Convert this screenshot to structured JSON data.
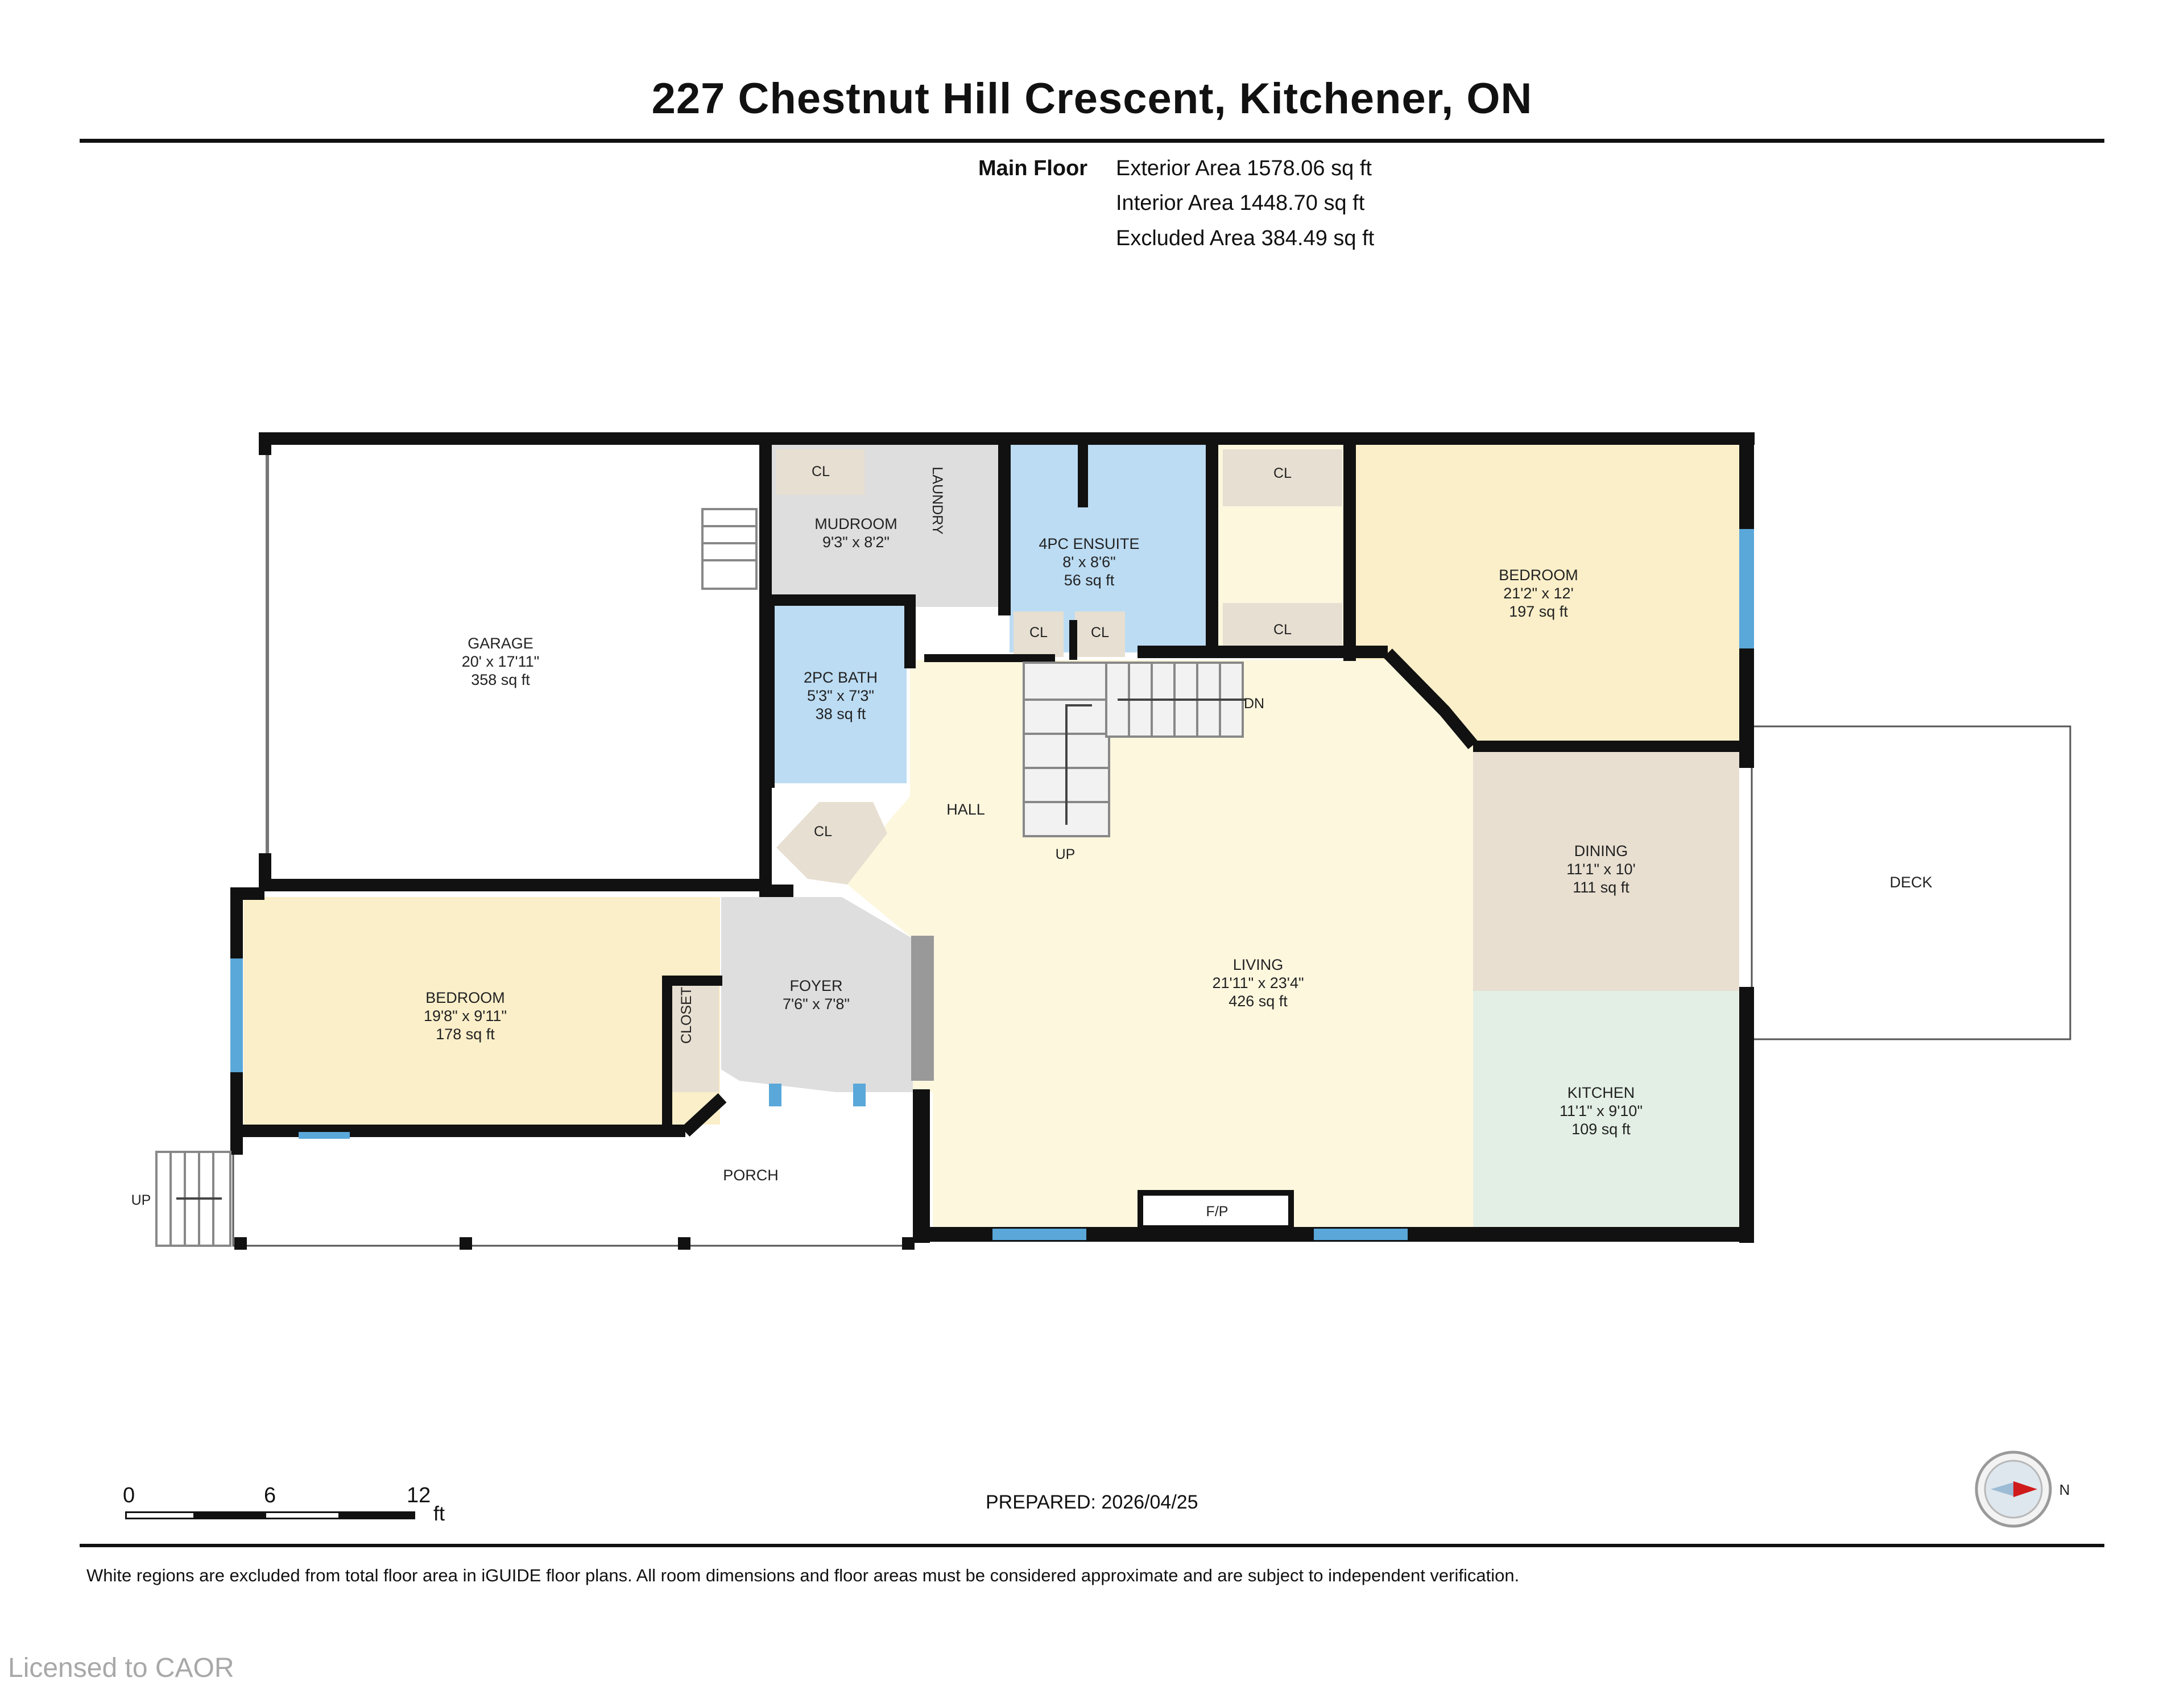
{
  "title": "227 Chestnut Hill Crescent, Kitchener, ON",
  "floor": {
    "name": "Main Floor",
    "exterior_area": "Exterior Area 1578.06 sq ft",
    "interior_area": "Interior Area 1448.70 sq ft",
    "excluded_area": "Excluded Area 384.49 sq ft"
  },
  "rooms": {
    "garage": {
      "name": "GARAGE",
      "dims": "20' x 17'11\"",
      "area": "358 sq ft"
    },
    "mudroom": {
      "name": "MUDROOM",
      "dims": "9'3\" x 8'2\""
    },
    "laundry": {
      "name": "LAUNDRY"
    },
    "ensuite": {
      "name": "4PC ENSUITE",
      "dims": "8' x 8'6\"",
      "area": "56 sq ft"
    },
    "bedroom_primary": {
      "name": "BEDROOM",
      "dims": "21'2\" x 12'",
      "area": "197 sq ft"
    },
    "bath": {
      "name": "2PC BATH",
      "dims": "5'3\" x 7'3\"",
      "area": "38 sq ft"
    },
    "hall": {
      "name": "HALL"
    },
    "dining": {
      "name": "DINING",
      "dims": "11'1\" x 10'",
      "area": "111 sq ft"
    },
    "deck": {
      "name": "DECK"
    },
    "bedroom_front": {
      "name": "BEDROOM",
      "dims": "19'8\" x 9'11\"",
      "area": "178 sq ft"
    },
    "foyer": {
      "name": "FOYER",
      "dims": "7'6\" x 7'8\""
    },
    "closet": {
      "name": "CLOSET"
    },
    "living": {
      "name": "LIVING",
      "dims": "21'11\" x 23'4\"",
      "area": "426 sq ft"
    },
    "kitchen": {
      "name": "KITCHEN",
      "dims": "11'1\" x 9'10\"",
      "area": "109 sq ft"
    },
    "porch": {
      "name": "PORCH"
    }
  },
  "labels": {
    "cl": "CL",
    "up": "UP",
    "dn": "DN",
    "fp": "F/P"
  },
  "scale": {
    "t0": "0",
    "t1": "6",
    "t2": "12",
    "unit": "ft"
  },
  "prepared": "PREPARED: 2026/04/25",
  "compass_label": "N",
  "disclaimer": "White regions are excluded from total floor area in iGUIDE floor plans. All room dimensions and floor areas must be considered approximate and are subject to independent verification.",
  "watermark": "Licensed to CAOR",
  "colors": {
    "wall": "#111111",
    "bedroom": "#fbefc9",
    "living": "#fdf7de",
    "bath": "#bcdcf3",
    "utility": "#dedede",
    "closet": "#e7dfd1",
    "dining": "#e8dfd1",
    "kitchen": "#e3efe5",
    "window": "#5aa7d9",
    "compass": "#cf1b1b"
  }
}
